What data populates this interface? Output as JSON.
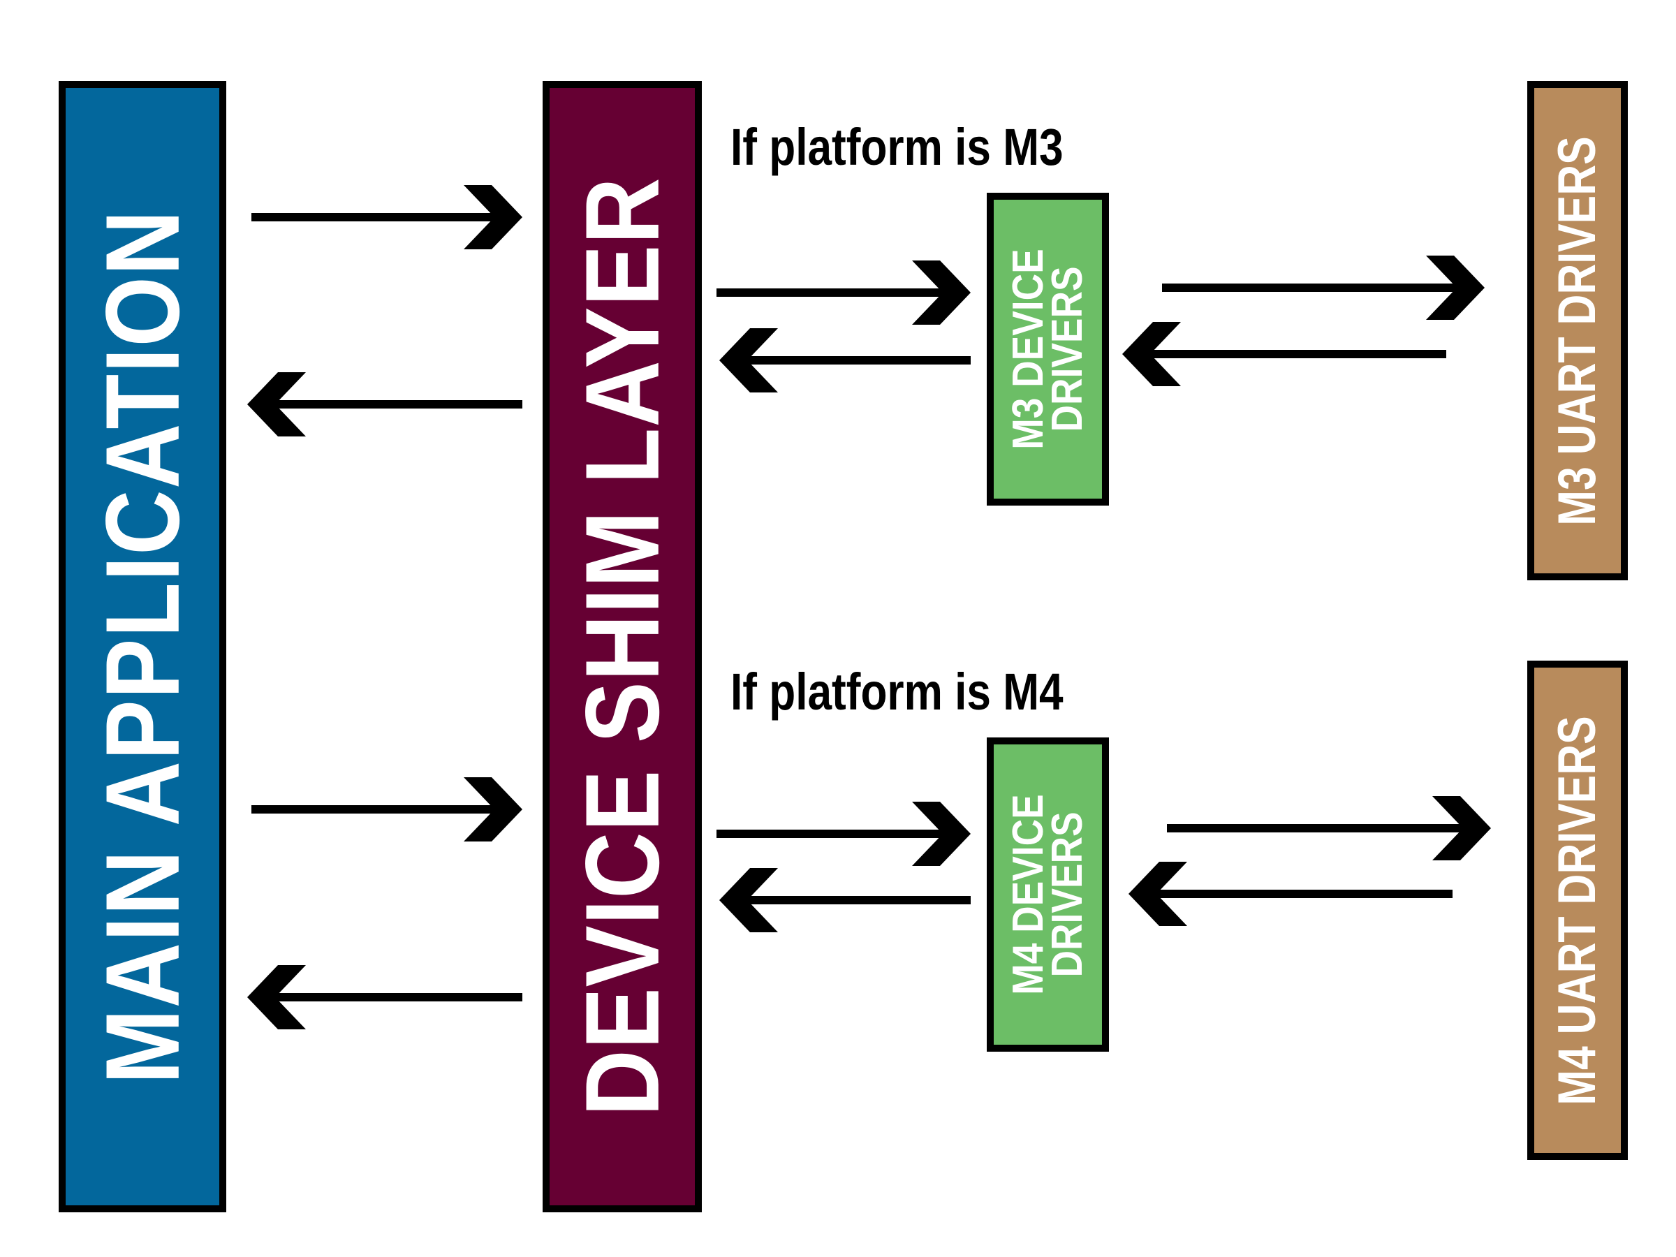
{
  "diagram": {
    "blocks": {
      "main_application": {
        "label": "MAIN APPLICATION",
        "color": "#03679C"
      },
      "device_shim_layer": {
        "label": "DEVICE SHIM LAYER",
        "color": "#660033"
      },
      "m3_device_drivers": {
        "label_line1": "M3 DEVICE",
        "label_line2": "DRIVERS",
        "color": "#6CBE66"
      },
      "m4_device_drivers": {
        "label_line1": "M4 DEVICE",
        "label_line2": "DRIVERS",
        "color": "#6CBE66"
      },
      "m3_uart_drivers": {
        "label": "M3 UART DRIVERS",
        "color": "#B88B5C"
      },
      "m4_uart_drivers": {
        "label": "M4 UART DRIVERS",
        "color": "#B88B5C"
      }
    },
    "conditions": {
      "m3": "If platform is M3",
      "m4": "If platform is M4"
    },
    "connections": [
      {
        "from": "main_application",
        "to": "device_shim_layer",
        "direction": "right"
      },
      {
        "from": "device_shim_layer",
        "to": "main_application",
        "direction": "left"
      },
      {
        "from": "main_application",
        "to": "device_shim_layer",
        "direction": "right"
      },
      {
        "from": "device_shim_layer",
        "to": "main_application",
        "direction": "left"
      },
      {
        "from": "device_shim_layer",
        "to": "m3_device_drivers",
        "direction": "right"
      },
      {
        "from": "m3_device_drivers",
        "to": "device_shim_layer",
        "direction": "left"
      },
      {
        "from": "m3_device_drivers",
        "to": "m3_uart_drivers",
        "direction": "right"
      },
      {
        "from": "m3_uart_drivers",
        "to": "m3_device_drivers",
        "direction": "left"
      },
      {
        "from": "device_shim_layer",
        "to": "m4_device_drivers",
        "direction": "right"
      },
      {
        "from": "m4_device_drivers",
        "to": "device_shim_layer",
        "direction": "left"
      },
      {
        "from": "m4_device_drivers",
        "to": "m4_uart_drivers",
        "direction": "right"
      },
      {
        "from": "m4_uart_drivers",
        "to": "m4_device_drivers",
        "direction": "left"
      }
    ]
  }
}
